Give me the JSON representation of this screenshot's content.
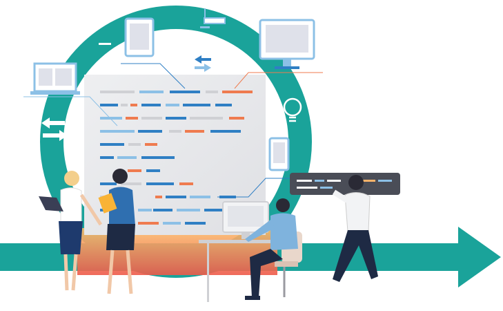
{
  "colors": {
    "teal": "#1aa39a",
    "panel": "#e6e7ea",
    "blue": "#2f7fc4",
    "light_blue": "#8cc0e6",
    "orange": "#ef7b4f",
    "gray_line": "#cfd0d4",
    "dark_bar": "#4a4d57",
    "gradient_top": "#f9b36a",
    "gradient_bottom": "#ef5b4a"
  },
  "code_lines": [
    [
      [
        "gray",
        145,
        50
      ],
      [
        "light_blue",
        202,
        35
      ],
      [
        "blue",
        246,
        44
      ],
      [
        "gray",
        298,
        18
      ],
      [
        "orange",
        322,
        44
      ]
    ],
    [
      [
        "blue",
        145,
        26
      ],
      [
        "gray",
        175,
        10
      ],
      [
        "orange",
        189,
        10
      ],
      [
        "blue",
        205,
        28
      ],
      [
        "light_blue",
        240,
        20
      ],
      [
        "blue",
        265,
        40
      ],
      [
        "blue",
        312,
        24
      ]
    ],
    [
      [
        "light_blue",
        145,
        32
      ],
      [
        "orange",
        182,
        18
      ],
      [
        "gray",
        205,
        30
      ],
      [
        "blue",
        240,
        30
      ],
      [
        "gray",
        275,
        48
      ],
      [
        "orange",
        332,
        22
      ]
    ],
    [
      [
        "light_blue",
        145,
        50
      ],
      [
        "blue",
        200,
        35
      ],
      [
        "gray",
        245,
        18
      ],
      [
        "orange",
        268,
        28
      ],
      [
        "blue",
        305,
        44
      ]
    ],
    [
      [
        "blue",
        145,
        35
      ],
      [
        "gray",
        186,
        18
      ],
      [
        "orange",
        210,
        18
      ]
    ],
    [
      [
        "blue",
        145,
        20
      ],
      [
        "light_blue",
        170,
        28
      ],
      [
        "blue",
        205,
        48
      ]
    ],
    [
      [
        "orange",
        185,
        20
      ],
      [
        "blue",
        212,
        20
      ]
    ],
    [
      [
        "blue",
        145,
        24
      ],
      [
        "gray",
        175,
        30
      ],
      [
        "blue",
        212,
        40
      ],
      [
        "orange",
        260,
        20
      ]
    ],
    [
      [
        "gray",
        145,
        44
      ],
      [
        "orange",
        225,
        10
      ],
      [
        "blue",
        240,
        30
      ],
      [
        "light_blue",
        275,
        30
      ],
      [
        "blue",
        318,
        24
      ]
    ],
    [
      [
        "blue",
        145,
        26
      ],
      [
        "light_blue",
        200,
        20
      ],
      [
        "blue",
        222,
        28
      ],
      [
        "light_blue",
        256,
        34
      ],
      [
        "blue",
        296,
        28
      ]
    ],
    [
      [
        "orange",
        200,
        30
      ],
      [
        "light_blue",
        236,
        26
      ],
      [
        "blue",
        268,
        30
      ]
    ]
  ]
}
